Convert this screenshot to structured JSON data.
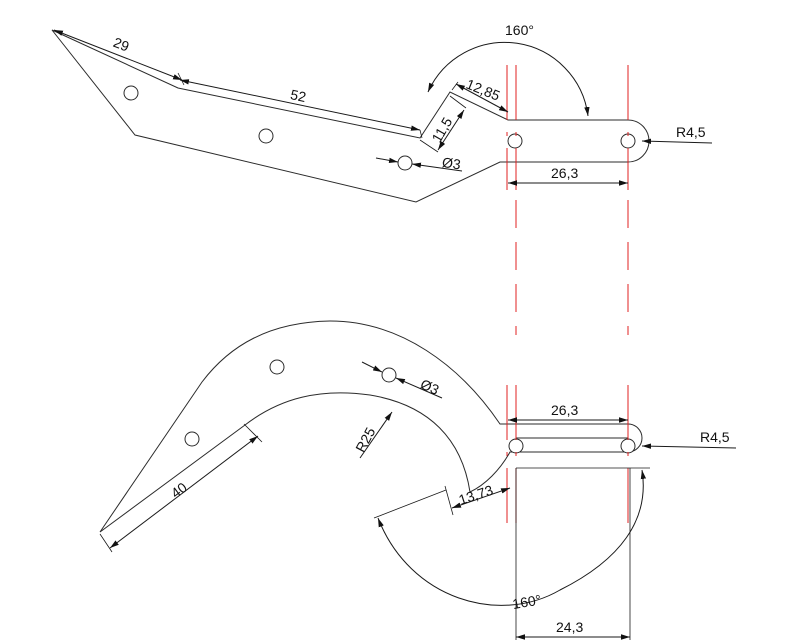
{
  "top_view": {
    "dim_29": "29",
    "dim_52": "52",
    "dim_12_85": "12,85",
    "dim_11_5": "11,5",
    "dim_hole": "Ø3",
    "dim_26_3": "26,3",
    "dim_radius": "R4,5",
    "dim_angle": "160°"
  },
  "bottom_view": {
    "dim_26_3": "26,3",
    "dim_radius": "R4,5",
    "dim_hole": "Ø3",
    "dim_r25": "R25",
    "dim_40": "40",
    "dim_13_73": "13,73",
    "dim_angle": "160°",
    "dim_24_3": "24,3"
  },
  "colors": {
    "outline": "#2b2b2b",
    "centerline": "#e02020"
  }
}
